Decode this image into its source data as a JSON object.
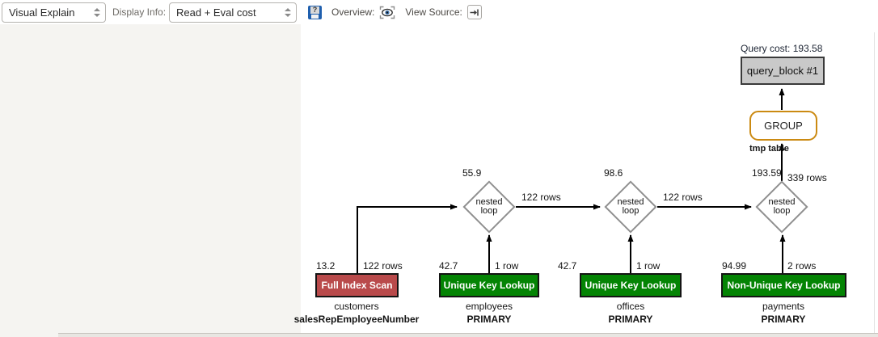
{
  "toolbar": {
    "explain_select": {
      "value": "Visual Explain"
    },
    "display_info": {
      "label": "Display Info:",
      "value": "Read + Eval cost"
    },
    "help_icon_glyph": "?",
    "overview_label": "Overview:",
    "view_source_label": "View Source:"
  },
  "diagram": {
    "query_cost": "Query cost: 193.58",
    "query_block_label": "query_block #1",
    "group": {
      "label": "GROUP",
      "sublabel": "tmp table"
    },
    "loops": [
      {
        "label": "nested loop",
        "cost": "55.9"
      },
      {
        "label": "nested loop",
        "cost": "98.6"
      },
      {
        "label": "nested loop",
        "cost": "193.59",
        "out_rows": "339 rows"
      }
    ],
    "join_edges": [
      {
        "rows": "122 rows"
      },
      {
        "rows": "122 rows"
      }
    ],
    "tables": [
      {
        "access": "Full Index Scan",
        "cost": "13.2",
        "rows": "122 rows",
        "table": "customers",
        "key": "salesRepEmployeeNumber",
        "color": "#b94a4b"
      },
      {
        "access": "Unique Key Lookup",
        "cost": "42.7",
        "rows": "1 row",
        "table": "employees",
        "key": "PRIMARY",
        "color": "#048404"
      },
      {
        "access": "Unique Key Lookup",
        "cost": "42.7",
        "rows": "1 row",
        "table": "offices",
        "key": "PRIMARY",
        "color": "#048404"
      },
      {
        "access": "Non-Unique Key Lookup",
        "cost": "94.99",
        "rows": "2 rows",
        "table": "payments",
        "key": "PRIMARY",
        "color": "#048404"
      }
    ],
    "colors": {
      "query_block_fill": "#c9c9c9",
      "group_border": "#cb8a12",
      "full_scan_red": "#b94a4b",
      "lookup_green": "#048404",
      "diamond_border": "#8f8f8f",
      "query_cost_text": "#1c2433"
    }
  }
}
